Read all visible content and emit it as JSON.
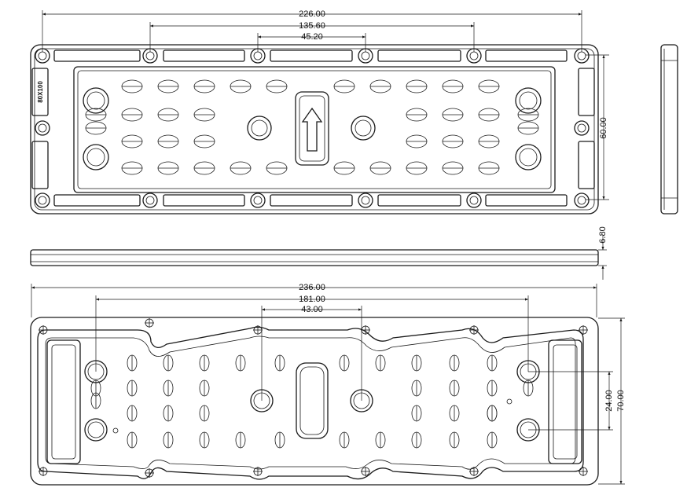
{
  "top_view": {
    "dim_overall_width": "226.00",
    "dim_hole_span": "135.60",
    "dim_center_span": "45.20",
    "dim_height": "60.00",
    "side_label": "80X100"
  },
  "side_view": {
    "dim_thickness": "6.80"
  },
  "bottom_view": {
    "dim_overall_width": "236.00",
    "dim_hole_span": "181.00",
    "dim_center_span": "43.00",
    "dim_inner_height": "24.00",
    "dim_overall_height": "70.00"
  }
}
